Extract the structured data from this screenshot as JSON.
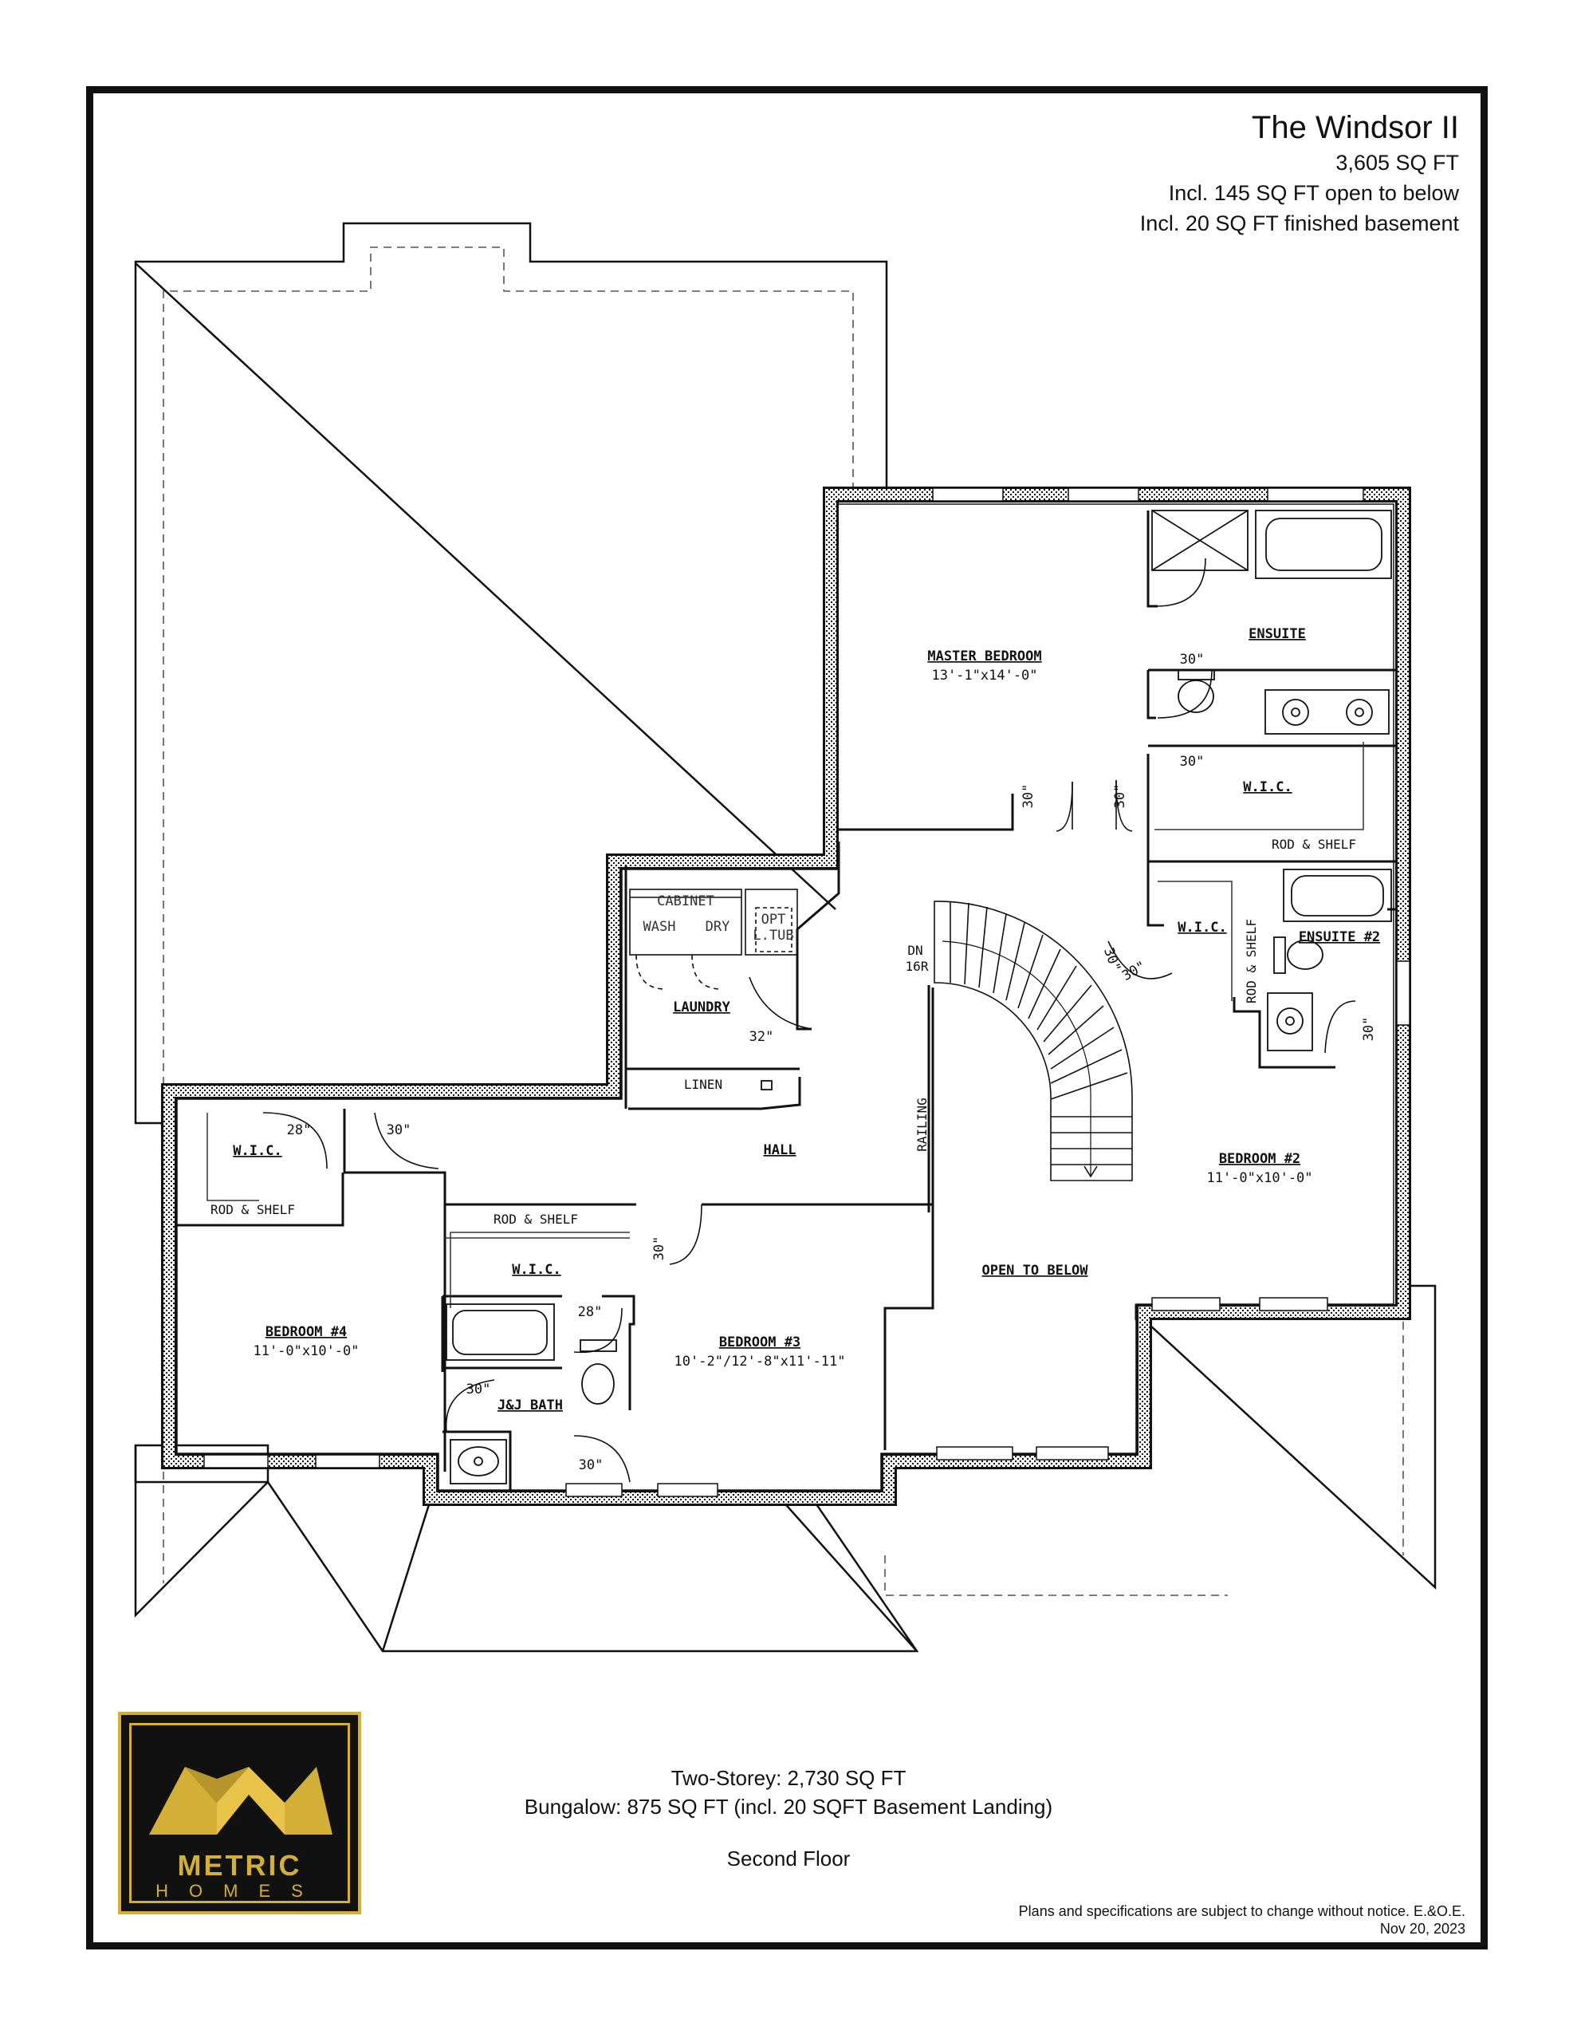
{
  "title": {
    "name": "The Windsor II",
    "sqft": "3,605 SQ FT",
    "open_below": "Incl. 145 SQ FT open to below",
    "basement": "Incl. 20 SQ FT finished basement"
  },
  "rooms": {
    "master_bedroom": "MASTER BEDROOM",
    "master_bedroom_size": "13'-1\"x14'-0\"",
    "ensuite": "ENSUITE",
    "wic": "W.I.C.",
    "rod_shelf": "ROD & SHELF",
    "ensuite_2": "ENSUITE #2",
    "cabinet": "CABINET",
    "wash": "WASH",
    "dry": "DRY",
    "opt": "OPT",
    "ltub": "L.TUB",
    "laundry": "LAUNDRY",
    "linen": "LINEN",
    "hall": "HALL",
    "railing": "RAILING",
    "dn": "DN",
    "risers": "16R",
    "bedroom_2": "BEDROOM #2",
    "bedroom_2_size": "11'-0\"x10'-0\"",
    "open_to_below": "OPEN TO BELOW",
    "bedroom_3": "BEDROOM #3",
    "bedroom_3_size": "10'-2\"/12'-8\"x11'-11\"",
    "bedroom_4": "BEDROOM #4",
    "bedroom_4_size": "11'-0\"x10'-0\"",
    "jj_bath": "J&J BATH"
  },
  "doors": {
    "d28": "28\"",
    "d30": "30\"",
    "d32": "32\""
  },
  "footer": {
    "two_storey": "Two-Storey: 2,730 SQ FT",
    "bungalow": "Bungalow: 875 SQ FT (incl. 20 SQFT Basement Landing)",
    "floor": "Second Floor",
    "notice": "Plans and specifications are subject to change without notice. E.&O.E.",
    "date": "Nov 20, 2023"
  },
  "logo": {
    "word1": "METRIC",
    "word2": "HOMES"
  },
  "colors": {
    "logo_gold": "#d4af37",
    "logo_bg": "#111111"
  }
}
